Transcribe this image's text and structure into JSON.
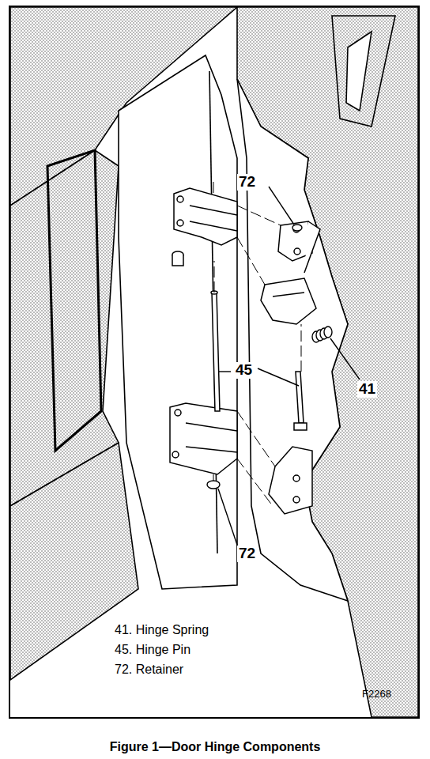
{
  "diagram": {
    "caption": "Figure 1—Door Hinge Components",
    "labels": [
      "72",
      "45",
      "41",
      "72",
      "41. Hinge Spring",
      "45. Hinge Pin",
      "72. Retainer",
      "F2268"
    ]
  }
}
